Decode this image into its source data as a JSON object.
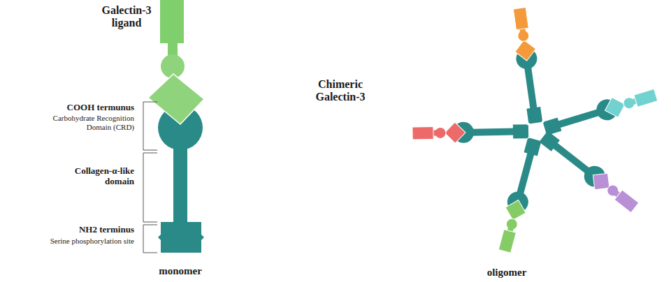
{
  "diagram": {
    "labels": [
      "Galectin-3 ligand",
      "COOH termunus",
      "Carbohydrate Recognition Domain (CRD)",
      "Collagen-α-like domain",
      "NH2 terminus",
      "Serine phosphorylation site",
      "monomer",
      "Chimeric Galectin-3",
      "oligomer"
    ]
  }
}
